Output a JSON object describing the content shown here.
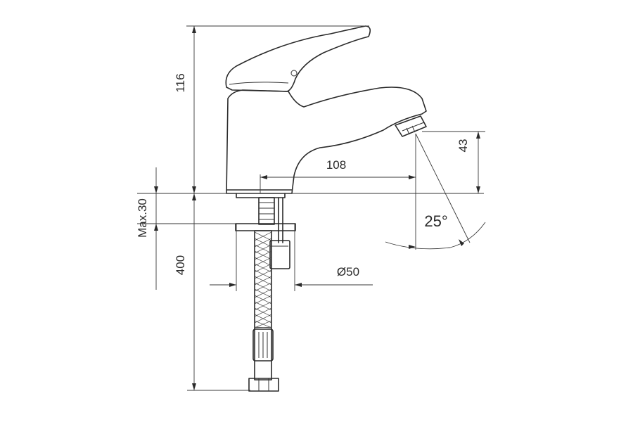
{
  "diagram": {
    "dimensions": {
      "total_height": "116",
      "spout_reach": "108",
      "spout_height": "43",
      "mount_thickness": "Max.30",
      "hose_length": "400",
      "hole_diameter": "Ø50",
      "spout_angle": "25°"
    }
  }
}
